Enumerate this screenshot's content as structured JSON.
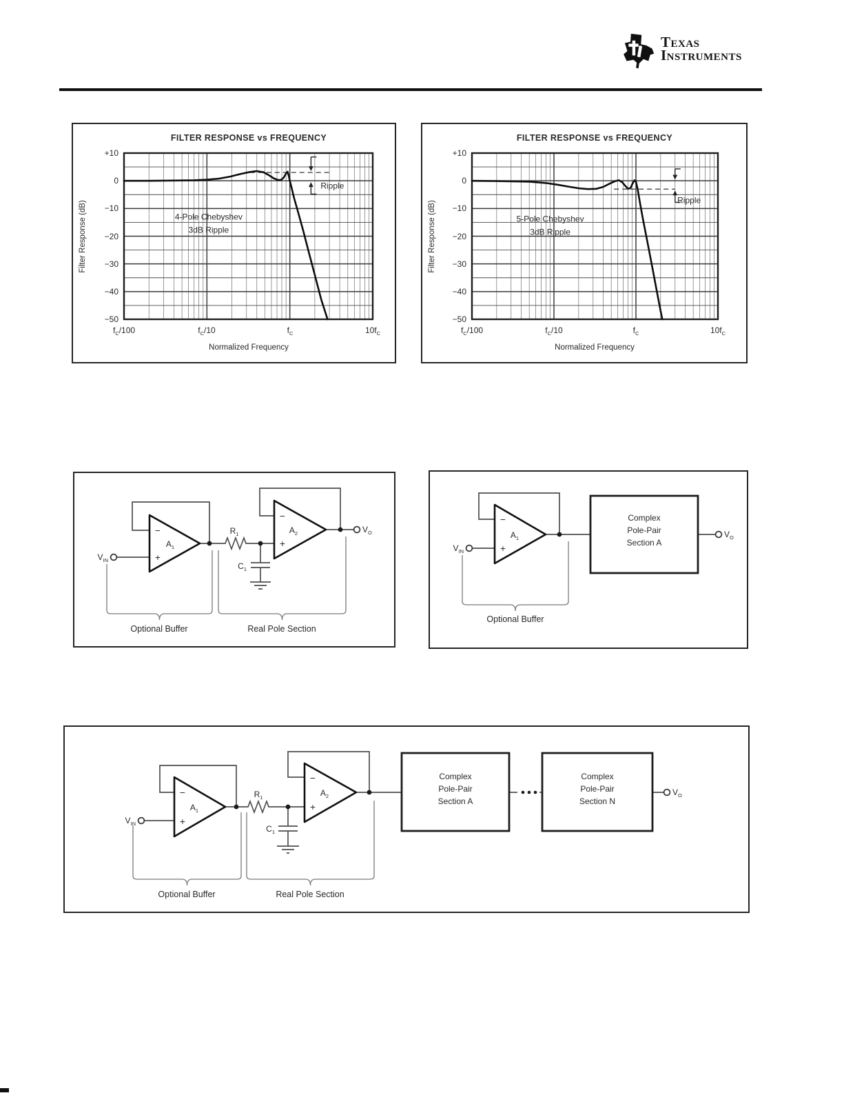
{
  "header": {
    "brand_word1": "Texas",
    "brand_word2": "Instruments"
  },
  "chart_data": [
    {
      "type": "line",
      "title": "FILTER RESPONSE vs FREQUENCY",
      "xlabel": "Normalized Frequency",
      "ylabel": "Filter Response (dB)",
      "x_scale": "log",
      "x_range_fc": [
        0.01,
        10
      ],
      "ylim": [
        -50,
        10
      ],
      "grid": true,
      "y_ticks": [
        "+10",
        "0",
        "−10",
        "−20",
        "−30",
        "−40",
        "−50"
      ],
      "x_ticks": [
        {
          "pre": "",
          "base": "f",
          "sub": "C",
          "suffix": "/100"
        },
        {
          "pre": "",
          "base": "f",
          "sub": "C",
          "suffix": "/10"
        },
        {
          "pre": "",
          "base": "f",
          "sub": "C",
          "suffix": ""
        },
        {
          "pre": "10",
          "base": "f",
          "sub": "C",
          "suffix": ""
        }
      ],
      "annotation": [
        "4-Pole Chebyshev",
        "3dB Ripple"
      ],
      "annotation_pos": {
        "x_fc": 0.105,
        "db": -14
      },
      "series": [
        {
          "name": "4-Pole Chebyshev 3dB Ripple",
          "points_fc_db": [
            [
              0.01,
              0
            ],
            [
              0.02,
              0
            ],
            [
              0.04,
              0.1
            ],
            [
              0.07,
              0.2
            ],
            [
              0.1,
              0.4
            ],
            [
              0.14,
              0.8
            ],
            [
              0.19,
              1.5
            ],
            [
              0.25,
              2.4
            ],
            [
              0.32,
              3.1
            ],
            [
              0.4,
              3.5
            ],
            [
              0.48,
              3.1
            ],
            [
              0.56,
              2.0
            ],
            [
              0.64,
              0.9
            ],
            [
              0.72,
              0.3
            ],
            [
              0.78,
              0.3
            ],
            [
              0.84,
              1.1
            ],
            [
              0.9,
              2.6
            ],
            [
              0.94,
              3.3
            ],
            [
              0.97,
              1.8
            ],
            [
              1.0,
              0
            ],
            [
              1.05,
              -2.5
            ],
            [
              1.12,
              -6
            ],
            [
              1.25,
              -11
            ],
            [
              1.45,
              -18
            ],
            [
              1.7,
              -26
            ],
            [
              2.0,
              -34
            ],
            [
              2.4,
              -43
            ],
            [
              2.85,
              -50
            ]
          ]
        }
      ],
      "ripple": {
        "label": "Ripple",
        "line_db": 3,
        "line_from_fc": 0.33,
        "line_to_fc": 3.2,
        "arrows": [
          {
            "x_fc": 1.8,
            "from_db": 8.6,
            "to_db": 3.5,
            "foot": true
          },
          {
            "x_fc": 1.8,
            "from_db": -4.8,
            "to_db": -0.5,
            "foot": true
          }
        ],
        "label_x_fc": 2.35,
        "label_db": -1.8
      }
    },
    {
      "type": "line",
      "title": "FILTER RESPONSE vs FREQUENCY",
      "xlabel": "Normalized Frequency",
      "ylabel": "Filter Response (dB)",
      "x_scale": "log",
      "x_range_fc": [
        0.01,
        10
      ],
      "ylim": [
        -50,
        10
      ],
      "grid": true,
      "y_ticks": [
        "+10",
        "0",
        "−10",
        "−20",
        "−30",
        "−40",
        "−50"
      ],
      "x_ticks": [
        {
          "pre": "",
          "base": "f",
          "sub": "C",
          "suffix": "/100"
        },
        {
          "pre": "",
          "base": "f",
          "sub": "C",
          "suffix": "/10"
        },
        {
          "pre": "",
          "base": "f",
          "sub": "C",
          "suffix": ""
        },
        {
          "pre": "10",
          "base": "f",
          "sub": "C",
          "suffix": ""
        }
      ],
      "annotation": [
        "5-Pole Chebyshev",
        "3dB Ripple"
      ],
      "annotation_pos": {
        "x_fc": 0.09,
        "db": -14.8
      },
      "series": [
        {
          "name": "5-Pole Chebyshev 3dB Ripple",
          "points_fc_db": [
            [
              0.01,
              0
            ],
            [
              0.02,
              -0.1
            ],
            [
              0.05,
              -0.3
            ],
            [
              0.08,
              -0.8
            ],
            [
              0.11,
              -1.4
            ],
            [
              0.15,
              -2.1
            ],
            [
              0.2,
              -2.7
            ],
            [
              0.26,
              -3.0
            ],
            [
              0.33,
              -2.9
            ],
            [
              0.4,
              -2.2
            ],
            [
              0.48,
              -1.0
            ],
            [
              0.56,
              -0.1
            ],
            [
              0.62,
              0.2
            ],
            [
              0.68,
              -0.5
            ],
            [
              0.74,
              -1.8
            ],
            [
              0.8,
              -2.9
            ],
            [
              0.86,
              -2.6
            ],
            [
              0.91,
              -1.0
            ],
            [
              0.96,
              0.2
            ],
            [
              1.0,
              -0.3
            ],
            [
              1.05,
              -3
            ],
            [
              1.12,
              -8
            ],
            [
              1.22,
              -14
            ],
            [
              1.38,
              -22
            ],
            [
              1.58,
              -31
            ],
            [
              1.8,
              -40
            ],
            [
              2.0,
              -47
            ],
            [
              2.1,
              -50
            ]
          ]
        }
      ],
      "ripple": {
        "label": "Ripple",
        "line_db": -3,
        "line_from_fc": 0.54,
        "line_to_fc": 3.0,
        "arrows": [
          {
            "x_fc": 3.0,
            "from_db": 4.3,
            "to_db": 0.4,
            "foot": true
          },
          {
            "x_fc": 3.0,
            "from_db": -7.8,
            "to_db": -3.5,
            "foot": true
          }
        ],
        "label_x_fc": 3.2,
        "label_db": -7
      }
    }
  ],
  "circuits": {
    "labels": {
      "vin_base": "V",
      "vin_sub": "IN",
      "vo_base": "V",
      "vo_sub": "O",
      "a1_base": "A",
      "a1_sub": "1",
      "a2_base": "A",
      "a2_sub": "2",
      "r1_base": "R",
      "r1_sub": "1",
      "c1_base": "C",
      "c1_sub": "1",
      "plus": "+",
      "minus": "−"
    },
    "braces": {
      "optional_buffer": "Optional Buffer",
      "real_pole_section": "Real Pole Section"
    },
    "box_section_a": [
      "Complex",
      "Pole-Pair",
      "Section A"
    ],
    "box_section_n": [
      "Complex",
      "Pole-Pair",
      "Section N"
    ]
  }
}
